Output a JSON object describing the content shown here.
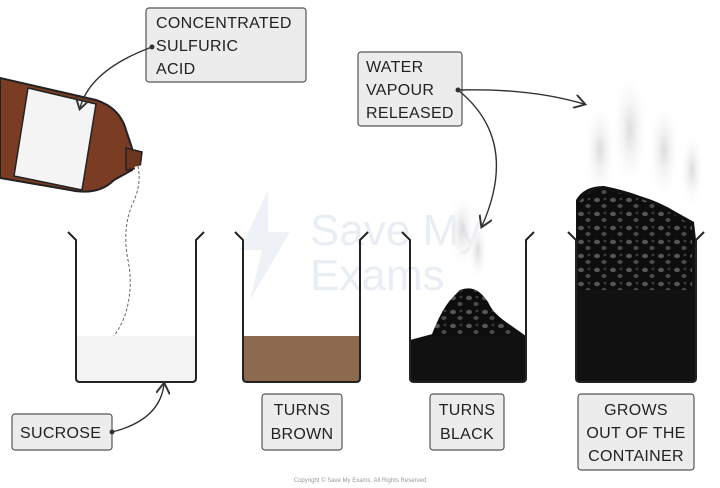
{
  "labels": {
    "acid": [
      "CONCENTRATED",
      "SULFURIC",
      "ACID"
    ],
    "vapour": [
      "WATER",
      "VAPOUR",
      "RELEASED"
    ],
    "sucrose": "SUCROSE",
    "brown": [
      "TURNS",
      "BROWN"
    ],
    "black": [
      "TURNS",
      "BLACK"
    ],
    "grows": [
      "GROWS",
      "OUT OF THE",
      "CONTAINER"
    ]
  },
  "watermark": [
    "Save My",
    "Exams"
  ],
  "copyright": "Copyright © Save My Exams. All Rights Reserved",
  "colors": {
    "label_box": "#ececec",
    "brown_liquid": "#8b6a4e",
    "black_carbon": "#111111",
    "bottle_brown": "#7a3d23",
    "sucrose_white": "#f3f3f3"
  }
}
